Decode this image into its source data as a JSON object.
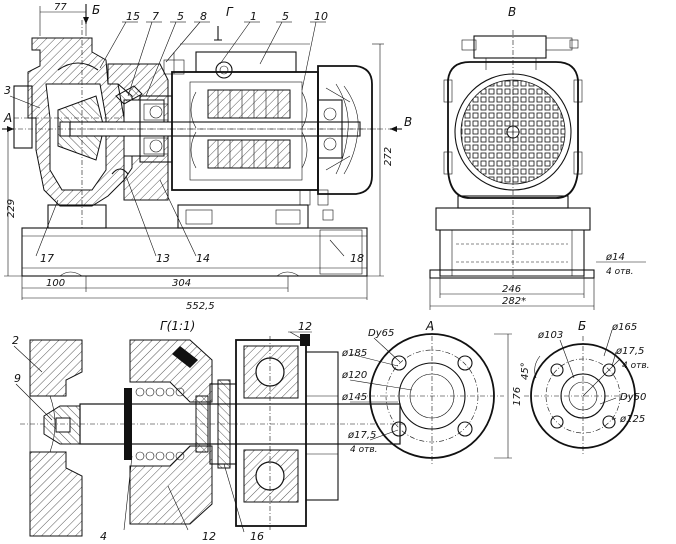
{
  "view_labels": {
    "section_g": "Г(1:1)",
    "view_a": "А",
    "view_b": "Б",
    "view_v": "В",
    "cut_g": "Г",
    "arrow_a": "А",
    "arrow_b": "Б",
    "arrow_v": "В"
  },
  "part_numbers": {
    "p15": "15",
    "p7": "7",
    "p5a": "5",
    "p8": "8",
    "p1": "1",
    "p5b": "5",
    "p10": "10",
    "p3": "3",
    "p17": "17",
    "p13": "13",
    "p14": "14",
    "p18": "18",
    "s2": "2",
    "s9": "9",
    "s4": "4",
    "s12a": "12",
    "s12b": "12",
    "s16": "16"
  },
  "dimensions": {
    "d77": "77",
    "d272": "272",
    "d229": "229",
    "d100": "100",
    "d304": "304",
    "d5525": "552,5",
    "d246": "246",
    "d282": "282*",
    "d14": "ø14",
    "d14n": "4 отв.",
    "a_dy": "Dy65",
    "a_185": "ø185",
    "a_120": "ø120",
    "a_145": "ø145",
    "a_175": "ø17,5",
    "a_175n": "4 отв.",
    "a_176": "176",
    "b_103": "ø103",
    "b_165": "ø165",
    "b_175": "ø17,5",
    "b_175n": "4 отв.",
    "b_dy": "Dy50",
    "b_125": "ø125",
    "b_45": "45°"
  }
}
